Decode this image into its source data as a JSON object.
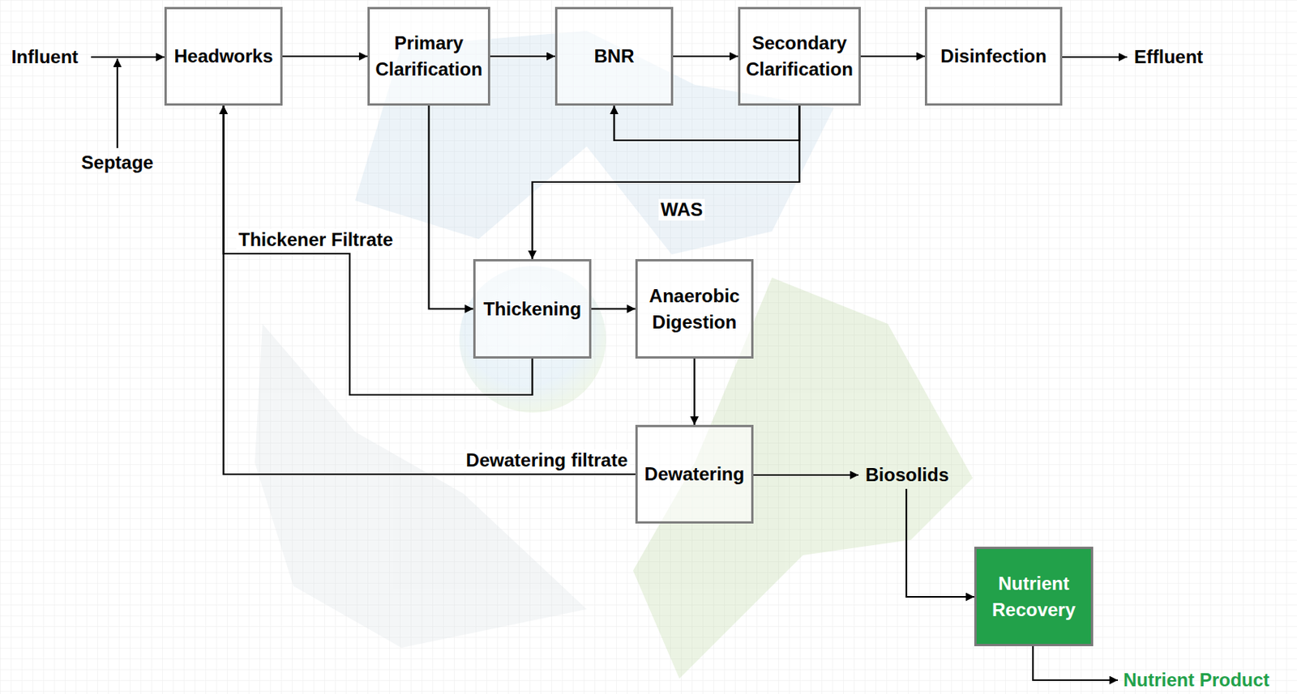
{
  "diagram": {
    "nodes": [
      {
        "text": [
          "Headworks"
        ]
      },
      {
        "text": [
          "Primary Clarification"
        ]
      },
      {
        "text": [
          "BNR"
        ]
      },
      {
        "text": [
          "Secondary Clarification"
        ]
      },
      {
        "text": [
          "Disinfection"
        ]
      },
      {
        "text": [
          "Thickening"
        ]
      },
      {
        "text": [
          "Anaerobic Digestion"
        ]
      },
      {
        "text": [
          "Dewatering"
        ]
      },
      {
        "text": [
          "Nutrient Recovery"
        ]
      }
    ],
    "edges": [
      {
        "from": 0,
        "to": 1,
        "arrow": "to"
      },
      {
        "from": 1,
        "to": 2,
        "arrow": "to"
      },
      {
        "from": 2,
        "to": 3,
        "arrow": "to"
      },
      {
        "from": 3,
        "to": 4,
        "arrow": "to"
      },
      {
        "from": 3,
        "to": 2,
        "arrow": "to"
      },
      {
        "from": 3,
        "to": 5,
        "label": "WAS",
        "arrow": "to"
      },
      {
        "from": 1,
        "to": 5,
        "arrow": "to"
      },
      {
        "from": 5,
        "to": 6,
        "arrow": "to"
      },
      {
        "from": 5,
        "to": 0,
        "label": "Thickener Filtrate",
        "arrow": "to"
      },
      {
        "from": 6,
        "to": 7,
        "arrow": "to"
      },
      {
        "from": 7,
        "to": 0,
        "label": "Dewatering filtrate",
        "arrow": "to"
      }
    ],
    "labels": [
      "Influent",
      "Septage",
      "Effluent",
      "Biosolids",
      "Nutrient Product"
    ]
  }
}
